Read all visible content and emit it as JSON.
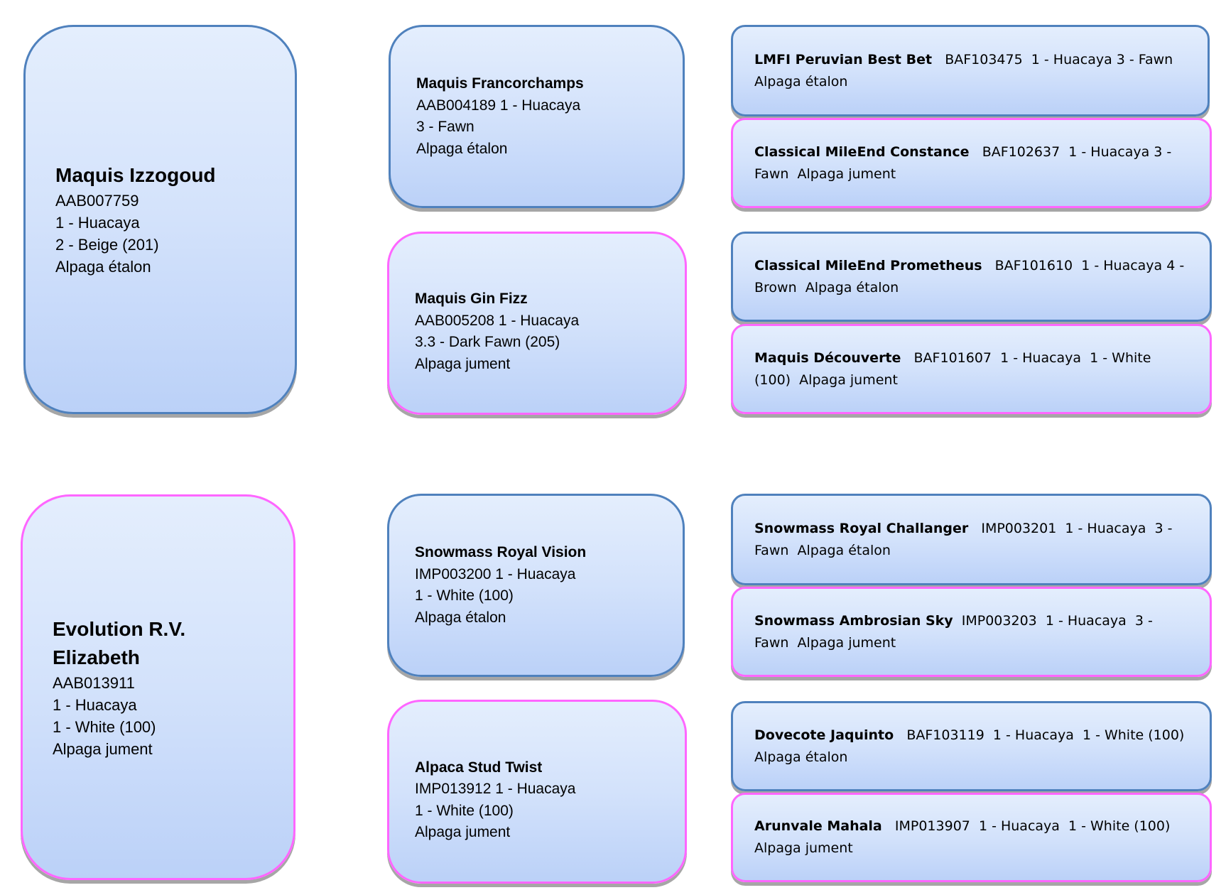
{
  "colors": {
    "male_border": "#4f81bd",
    "female_border": "#ff66ff",
    "fill_top": "#e4eefd",
    "fill_bottom": "#bbd1f8"
  },
  "subjects": [
    {
      "name": "Maquis Izzogoud",
      "lines": [
        "AAB007759",
        "1 - Huacaya",
        "2 - Beige (201)",
        "Alpaga étalon"
      ]
    },
    {
      "name": "Evolution R.V. Elizabeth",
      "lines": [
        "AAB013911",
        "1 - Huacaya",
        "1 - White (100)",
        "Alpaga jument"
      ]
    }
  ],
  "parents": [
    {
      "name": "Maquis Francorchamps",
      "lines": [
        "AAB004189 1 - Huacaya",
        "3 - Fawn",
        "Alpaga étalon"
      ]
    },
    {
      "name": "Maquis Gin Fizz",
      "lines": [
        "AAB005208 1 - Huacaya",
        "3.3 - Dark Fawn (205)",
        "Alpaga jument"
      ]
    },
    {
      "name": "Snowmass Royal Vision",
      "lines": [
        "IMP003200 1 - Huacaya",
        "1 - White (100)",
        "Alpaga étalon"
      ]
    },
    {
      "name": "Alpaca Stud Twist",
      "lines": [
        "IMP013912 1 - Huacaya",
        "1 - White (100)",
        "Alpaga jument"
      ]
    }
  ],
  "grandparents": [
    {
      "name": "LMFI Peruvian Best Bet",
      "text": "   BAF103475  1 - Huacaya 3 - Fawn  Alpaga étalon"
    },
    {
      "name": "Classical MileEnd Constance",
      "text": "   BAF102637  1 - Huacaya 3 - Fawn  Alpaga jument"
    },
    {
      "name": "Classical MileEnd Prometheus",
      "text": "   BAF101610  1 - Huacaya 4 - Brown  Alpaga étalon"
    },
    {
      "name": "Maquis Découverte",
      "text": "   BAF101607  1 - Huacaya  1 - White (100)  Alpaga jument"
    },
    {
      "name": "Snowmass Royal Challanger",
      "text": "   IMP003201  1 - Huacaya  3 - Fawn  Alpaga étalon"
    },
    {
      "name": "Snowmass Ambrosian Sky",
      "text": "  IMP003203  1 - Huacaya  3 - Fawn  Alpaga jument"
    },
    {
      "name": "Dovecote Jaquinto",
      "text": "   BAF103119  1 - Huacaya  1 - White (100)  Alpaga étalon"
    },
    {
      "name": "Arunvale Mahala",
      "text": "   IMP013907  1 - Huacaya  1 - White (100)  Alpaga jument"
    }
  ]
}
